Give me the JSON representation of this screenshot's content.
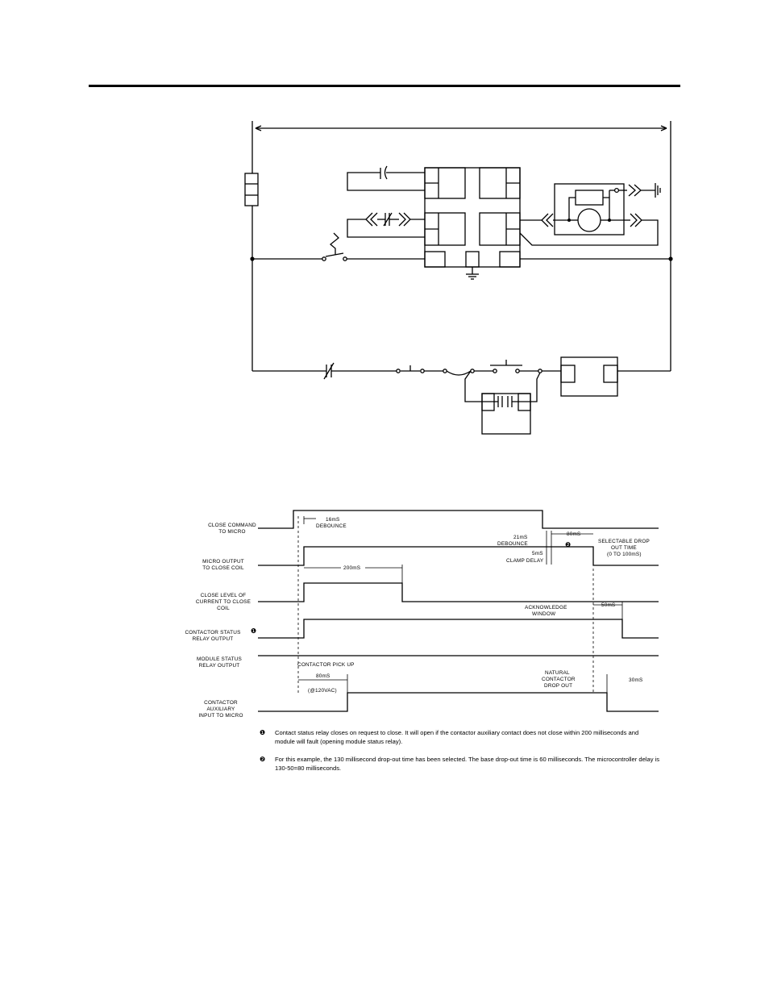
{
  "signals": [
    {
      "id": "close-command",
      "line1": "CLOSE COMMAND",
      "line2": "TO MICRO",
      "line3": ""
    },
    {
      "id": "micro-output",
      "line1": "MICRO OUTPUT",
      "line2": "TO CLOSE COIL",
      "line3": ""
    },
    {
      "id": "close-level",
      "line1": "CLOSE LEVEL OF",
      "line2": "CURRENT TO CLOSE",
      "line3": "COIL"
    },
    {
      "id": "contactor-status",
      "line1": "CONTACTOR STATUS",
      "line2": "RELAY OUTPUT",
      "line3": ""
    },
    {
      "id": "module-status",
      "line1": "MODULE STATUS",
      "line2": "RELAY OUTPUT",
      "line3": ""
    },
    {
      "id": "aux-input",
      "line1": "CONTACTOR",
      "line2": "AUXILIARY",
      "line3": "INPUT TO MICRO"
    }
  ],
  "annotations": {
    "debounce_16_value": "16mS",
    "debounce_16_label": "DEBOUNCE",
    "debounce_21_value": "21mS",
    "debounce_21_label": "DEBOUNCE",
    "clamp_value": "5mS",
    "clamp_label": "CLAMP DELAY",
    "delay_80": "80mS",
    "selectable_1": "SELECTABLE DROP",
    "selectable_2": "OUT TIME",
    "selectable_3": "(0 TO 100mS)",
    "pulse_200": "200mS",
    "ack_1": "ACKNOWLEDGE",
    "ack_2": "WINDOW",
    "delay_50": "50mS",
    "pickup": "CONTACTOR PICK UP",
    "pickup_time": "80mS",
    "pickup_voltage": "(@120VAC)",
    "natural_1": "NATURAL",
    "natural_2": "CONTACTOR",
    "natural_3": "DROP OUT",
    "delay_30": "30mS",
    "marker_1": "❶",
    "marker_2": "❷"
  },
  "notes": [
    {
      "marker": "❶",
      "line1": "Contact status relay closes on request to close. It will open if the contactor auxiliary contact does not close within 200 milliseconds and",
      "line2": "module will fault (opening module status relay)."
    },
    {
      "marker": "❷",
      "line1": "For this example, the 130 millisecond drop-out time has been selected. The base drop-out time is 60 milliseconds. The microcontroller delay is",
      "line2": "130-50=80 milliseconds."
    }
  ]
}
